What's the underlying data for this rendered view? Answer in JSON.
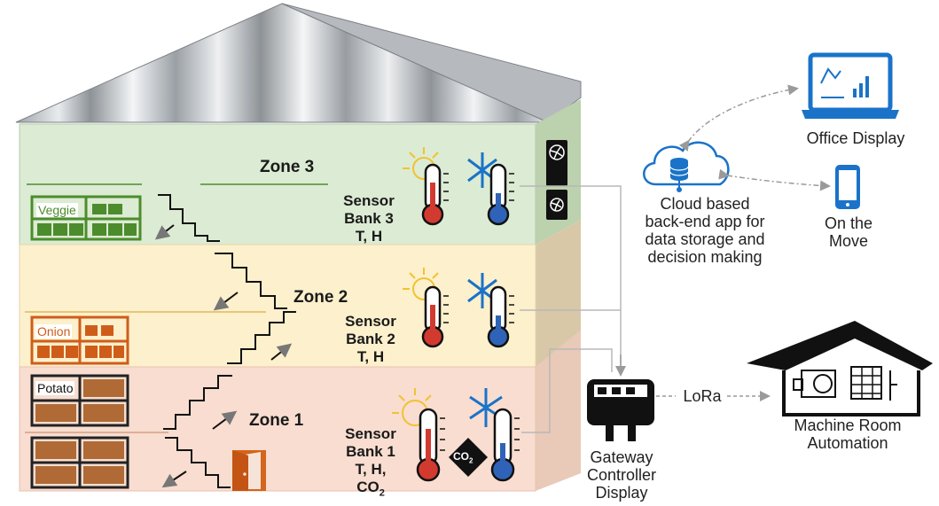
{
  "zones": [
    {
      "title": "Zone 3",
      "crate_label": "Veggie",
      "sensor_bank": "Sensor",
      "sensor_bank_2": "Bank 3",
      "sensor_vars": "T, H"
    },
    {
      "title": "Zone 2",
      "crate_label": "Onion",
      "sensor_bank": "Sensor",
      "sensor_bank_2": "Bank 2",
      "sensor_vars": "T, H"
    },
    {
      "title": "Zone 1",
      "crate_label": "Potato",
      "sensor_bank": "Sensor",
      "sensor_bank_2": "Bank 1",
      "sensor_vars": "T, H,",
      "sensor_vars_2": "CO",
      "sensor_sub": "2"
    }
  ],
  "co2_badge": {
    "main": "CO",
    "sub": "2"
  },
  "cloud": {
    "lines": [
      "Cloud based",
      "back-end app for",
      "data storage and",
      "decision making"
    ]
  },
  "office": {
    "label": "Office Display"
  },
  "mobile": {
    "lines": [
      "On the",
      "Move"
    ]
  },
  "gateway": {
    "lines": [
      "Gateway",
      "Controller",
      "Display"
    ]
  },
  "lora": {
    "label": "LoRa"
  },
  "machine_room": {
    "lines": [
      "Machine Room",
      "Automation"
    ]
  },
  "colors": {
    "zone3": "#dcebd3",
    "zone2": "#fdf0cc",
    "zone1": "#f8ddd0",
    "veggie": "#4c8c2c",
    "onion": "#cf5d1a",
    "accent_blue": "#1a73c8",
    "thermo_red": "#d33a2f",
    "thermo_blue": "#2f63b8"
  }
}
